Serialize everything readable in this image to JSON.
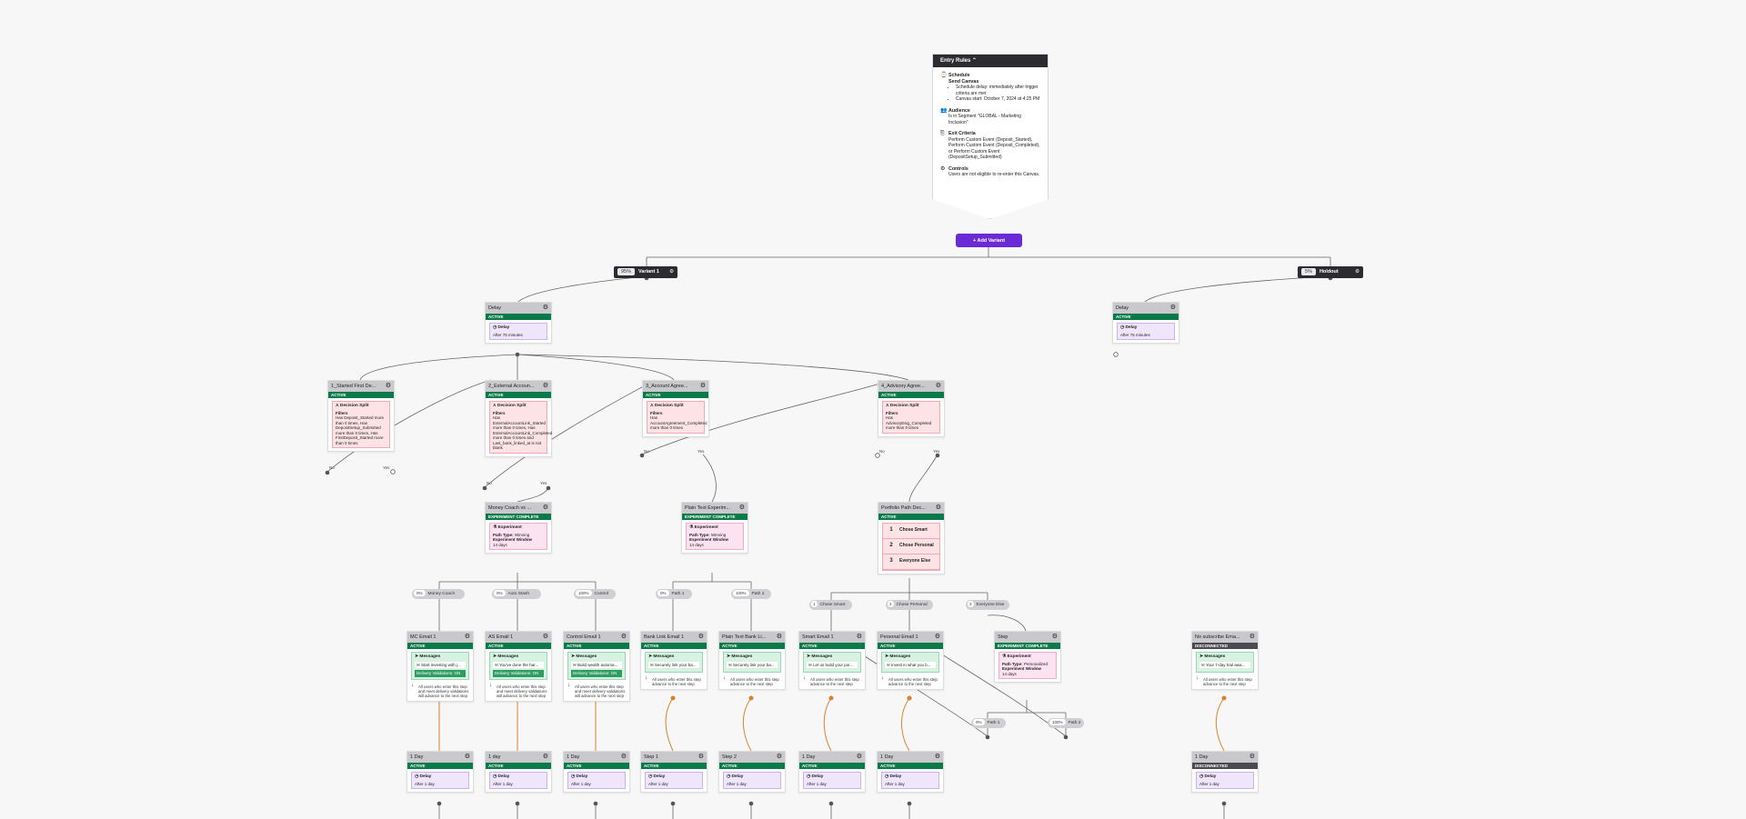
{
  "entry": {
    "title": "Entry Rules ⌃",
    "schedule_title": "Schedule",
    "schedule_sub": "Send Canvas",
    "schedule_item1": "Schedule delay: immediately after trigger criteria are met",
    "schedule_item2": "Canvas start: October 7, 2024 at 4:25 PM",
    "audience_title": "Audience",
    "audience_text": "Is in Segment \"GLOBAL - Marketing Inclusion\"",
    "exit_title": "Exit Criteria",
    "exit_text": "Perform Custom Event (Deposit_Started), Perform Custom Event (Deposit_Completed), or Perform Custom Event (DepositSetup_Submitted)",
    "controls_title": "Controls",
    "controls_text": "Users are not eligible to re-enter this Canvas."
  },
  "add_variant_label": "+ Add Variant",
  "variants": [
    {
      "pct": "95%",
      "name": "Variant 1"
    },
    {
      "pct": "5%",
      "name": "Holdout"
    }
  ],
  "labels": {
    "active": "ACTIVE",
    "complete": "EXPERIMENT COMPLETE",
    "disconnected": "DISCONNECTED",
    "delay": "Delay",
    "decision_split": "Decision Split",
    "filters": "Filters",
    "experiment": "Experiment",
    "messages": "Messages",
    "path_type_label": "Path Type:",
    "window_label": "Experiment Window",
    "window_value": "14 days",
    "delivery_validations": "Delivery Validations: ON",
    "advance_note": "All users who enter this step advance to the next step",
    "advance_note_valid": "All users who enter this step and meet delivery validations will advance to the next step",
    "no": "No",
    "yes": "Yes",
    "after_75": "After 75 minutes",
    "after_1day": "After 1 day"
  },
  "delay_steps": {
    "variant": "Delay",
    "holdout": "Delay"
  },
  "splits": [
    {
      "name": "1_Started First De...",
      "filter": "Has Deposit_Started more than 0 times, Has DepositSetup_Submitted more than 0 times, Has FirstDeposit_Started more than 0 times"
    },
    {
      "name": "2_External Accoun...",
      "filter": "Has ExternalAccountLink_Started more than 0 times, Has ExternalAccountLink_Completed more than 0 times and Last_bank_linked_at is not blank"
    },
    {
      "name": "3_Account Agree...",
      "filter": "Has AccountAgreement_Completed more than 0 times"
    },
    {
      "name": "4_Advisory Agree...",
      "filter": "Has AdvisoryEsig_Completed more than 0 times"
    }
  ],
  "experiments": [
    {
      "name": "Money Coach vs ...",
      "path_type": "Winning"
    },
    {
      "name": "Plain Text Experim...",
      "path_type": "Winning"
    },
    {
      "name": "Step",
      "path_type": "Personalized"
    }
  ],
  "portfolio": {
    "name": "Portfolio Path Dec...",
    "paths": [
      {
        "n": "1",
        "label": "Chose Smart"
      },
      {
        "n": "2",
        "label": "Chose Personal"
      },
      {
        "n": "3",
        "label": "Everyone Else"
      }
    ]
  },
  "branch_pills": [
    {
      "pct": "0%",
      "label": "Money Coach"
    },
    {
      "pct": "0%",
      "label": "Auto Stash"
    },
    {
      "pct": "100%",
      "label": "Control"
    },
    {
      "pct": "0%",
      "label": "Path 1"
    },
    {
      "pct": "100%",
      "label": "Path 2"
    },
    {
      "pct": "1",
      "label": "Chose Smart"
    },
    {
      "pct": "2",
      "label": "Chose Personal"
    },
    {
      "pct": "3",
      "label": "Everyone Else"
    },
    {
      "pct": "0%",
      "label": "Path 1"
    },
    {
      "pct": "100%",
      "label": "Path 2"
    }
  ],
  "emails": [
    {
      "name": "MC Email 1",
      "msg": "Start investing with j...",
      "validations": true
    },
    {
      "name": "AS Email 1",
      "msg": "You've done the har...",
      "validations": true
    },
    {
      "name": "Control Email 1",
      "msg": "Build wealth automa...",
      "validations": true
    },
    {
      "name": "Bank Link Email 1",
      "msg": "Securely link your ba...",
      "validations": false
    },
    {
      "name": "Plain Text Bank Li...",
      "msg": "Securely link your ba...",
      "validations": false
    },
    {
      "name": "Smart Email 1",
      "msg": "Let us build your por...",
      "validations": false
    },
    {
      "name": "Personal Email 1",
      "msg": "Invest in what you b...",
      "validations": false
    },
    {
      "name": "No subscribe Ema...",
      "msg": "Your 7-day trial awa...",
      "validations": false
    }
  ],
  "bottom_delays": [
    {
      "name": "1 Day"
    },
    {
      "name": "1 day"
    },
    {
      "name": "1 Day"
    },
    {
      "name": "Step 1"
    },
    {
      "name": "Step 2"
    },
    {
      "name": "1 Day"
    },
    {
      "name": "1 Day"
    },
    {
      "name": "1 Day"
    }
  ]
}
